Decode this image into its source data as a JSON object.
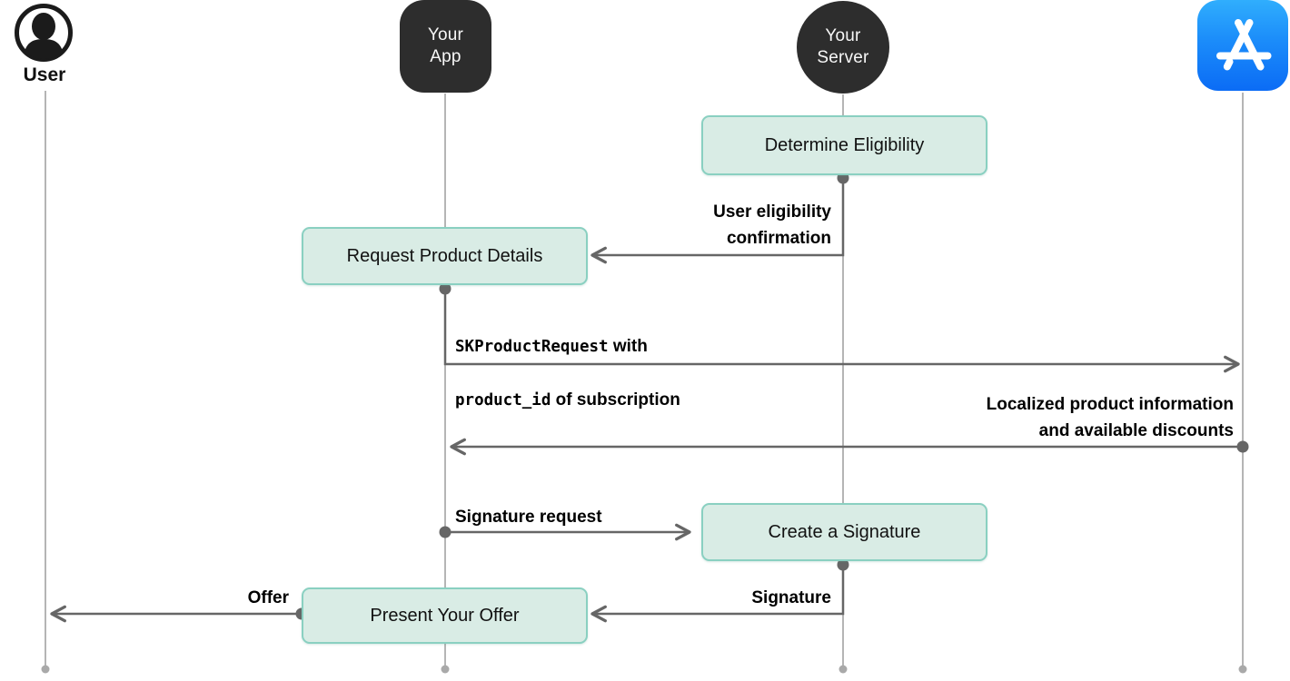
{
  "actors": {
    "user": {
      "label": "User",
      "icon": "person-in-circle-icon"
    },
    "your_app": {
      "label": "Your\nApp"
    },
    "your_server": {
      "label": "Your\nServer"
    },
    "app_store": {
      "icon": "app-store-icon"
    }
  },
  "boxes": {
    "determine_eligibility": "Determine Eligibility",
    "request_product_details": "Request Product Details",
    "create_a_signature": "Create a Signature",
    "present_your_offer": "Present Your Offer"
  },
  "messages": {
    "user_eligibility": "User eligibility\nconfirmation",
    "sk_request_mono1": "SKProductRequest",
    "sk_request_rest1": " with",
    "sk_request_mono2": "product_id",
    "sk_request_rest2": " of subscription",
    "localized": "Localized product information\nand available discounts",
    "signature_request": "Signature request",
    "signature": "Signature",
    "offer": "Offer"
  },
  "colors": {
    "box_fill": "#d9ece5",
    "box_border": "#8ad0c1",
    "node_dark": "#2d2d2d",
    "connector": "#666666",
    "lifeline": "#b5b5b5",
    "end_dot": "#a9a9a9",
    "app_store_blue_top": "#30aefd",
    "app_store_blue_bottom": "#0b6cf5"
  }
}
